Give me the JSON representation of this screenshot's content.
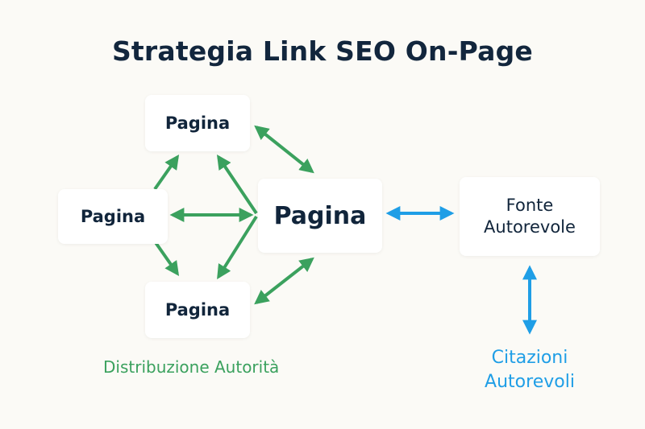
{
  "title": "Strategia Link SEO On-Page",
  "nodes": {
    "top": "Pagina",
    "left": "Pagina",
    "bottom": "Pagina",
    "center": "Pagina",
    "source_line1": "Fonte",
    "source_line2": "Autorevole"
  },
  "captions": {
    "distribution": "Distribuzione Autorità",
    "citations_line1": "Citazioni",
    "citations_line2": "Autorevoli"
  },
  "colors": {
    "green": "#3ba15e",
    "blue": "#1f9ee6",
    "text": "#11253b"
  }
}
